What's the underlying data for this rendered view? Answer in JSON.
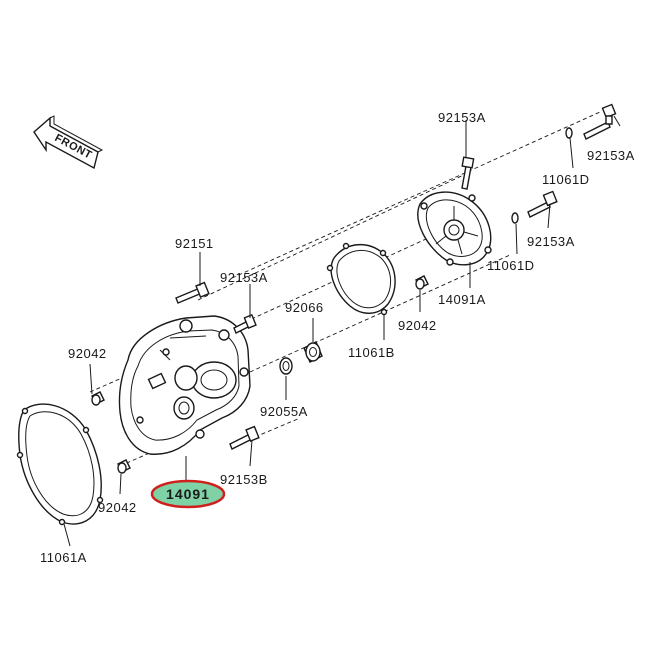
{
  "front_arrow": {
    "label": "FRONT"
  },
  "highlight": {
    "part_number": "14091",
    "fill": "#7fd1a6",
    "stroke": "#d0201d"
  },
  "labels": {
    "p92153A_top": "92153A",
    "p92153A_right": "92153A",
    "p11061D_top": "11061D",
    "p92153A_mid": "92153A",
    "p11061D_mid": "11061D",
    "p14091A": "14091A",
    "p92151": "92151",
    "p92153A_left": "92153A",
    "p92066": "92066",
    "p92042_mid": "92042",
    "p11061B": "11061B",
    "p92042_left": "92042",
    "p92055A": "92055A",
    "p92153B": "92153B",
    "p92042_bottom": "92042",
    "p11061A": "11061A"
  }
}
